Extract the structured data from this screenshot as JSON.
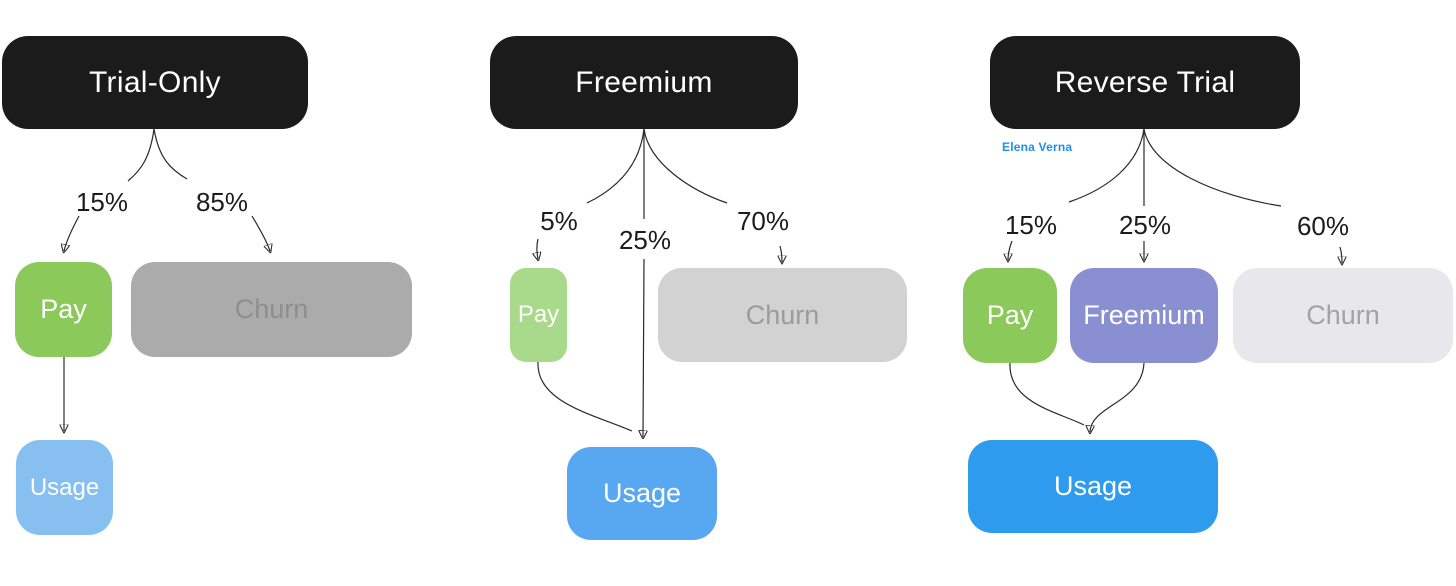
{
  "canvas": {
    "background": "#ffffff",
    "connector_color": "#2a2a2a",
    "header_bg": "#1b1b1b",
    "header_text_color": "#ffffff",
    "percent_color": "#1c1c1c"
  },
  "attribution": {
    "text": "Elena Verna",
    "color": "#1e8fef"
  },
  "diagrams": [
    {
      "title": "Trial-Only",
      "branch_labels": [
        "15%",
        "85%"
      ],
      "nodes": {
        "pay": {
          "label": "Pay",
          "bg": "#8bc95a",
          "fg": "#ffffff"
        },
        "churn": {
          "label": "Churn",
          "bg": "#ababab",
          "fg": "#8e8e8e"
        },
        "usage": {
          "label": "Usage",
          "bg": "#86bff0",
          "fg": "#ffffff"
        }
      }
    },
    {
      "title": "Freemium",
      "branch_labels": [
        "5%",
        "25%",
        "70%"
      ],
      "nodes": {
        "pay": {
          "label": "Pay",
          "bg": "#a9d98a",
          "fg": "#ffffff"
        },
        "churn": {
          "label": "Churn",
          "bg": "#d2d2d2",
          "fg": "#9b9b9b"
        },
        "usage": {
          "label": "Usage",
          "bg": "#58a8f1",
          "fg": "#ffffff"
        }
      }
    },
    {
      "title": "Reverse Trial",
      "branch_labels": [
        "15%",
        "25%",
        "60%"
      ],
      "nodes": {
        "pay": {
          "label": "Pay",
          "bg": "#8bc95a",
          "fg": "#ffffff"
        },
        "freemium": {
          "label": "Freemium",
          "bg": "#8a8fd2",
          "fg": "#ffffff"
        },
        "churn": {
          "label": "Churn",
          "bg": "#e8e8ec",
          "fg": "#a2a2a7"
        },
        "usage": {
          "label": "Usage",
          "bg": "#2f9bef",
          "fg": "#ffffff"
        }
      }
    }
  ]
}
